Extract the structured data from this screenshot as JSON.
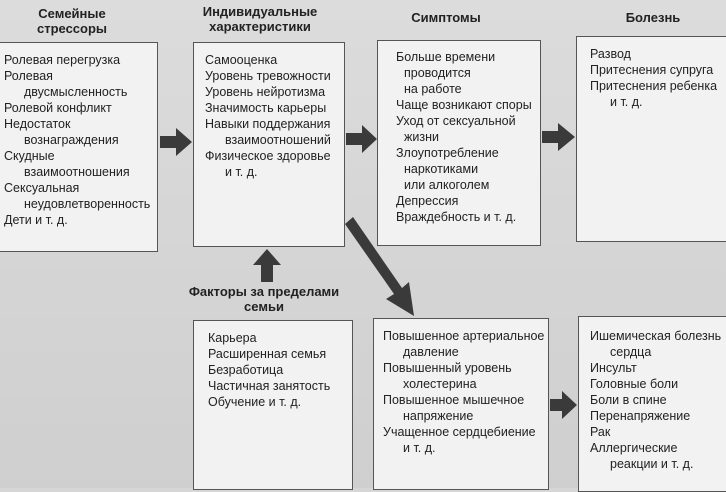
{
  "headers": {
    "family_stressors": [
      "Семейные",
      "стрессоры"
    ],
    "individual": [
      "Индивидуальные",
      "характеристики"
    ],
    "symptoms": "Симптомы",
    "illness": "Болезнь",
    "external": [
      "Факторы за пределами",
      "семьи"
    ]
  },
  "boxes": {
    "family_stressors": [
      "Ролевая перегрузка",
      "Ролевая",
      "двусмысленность",
      "Ролевой конфликт",
      "Недостаток",
      "вознаграждения",
      "Скудные",
      "взаимоотношения",
      "Сексуальная",
      "неудовлетворенность",
      "Дети и т. д."
    ],
    "individual": [
      "Самооценка",
      "Уровень тревожности",
      "Уровень нейротизма",
      "Значимость карьеры",
      "Навыки поддержания",
      "взаимоотношений",
      "Физическое здоровье",
      "и т. д."
    ],
    "symptoms_family": [
      "Больше времени",
      "проводится",
      "на работе",
      "Чаще возникают споры",
      "Уход от сексуальной",
      "жизни",
      "Злоупотребление",
      "наркотиками",
      "или алкоголем",
      "Депрессия",
      "Враждебность и т. д."
    ],
    "illness_family": [
      "Развод",
      "Притеснения супруга",
      "Притеснения ребенка",
      "и т. д."
    ],
    "external": [
      "Карьера",
      "Расширенная семья",
      "Безработица",
      "Частичная занятость",
      "Обучение и т. д."
    ],
    "symptoms_physical": [
      "Повышенное артериальное",
      "давление",
      "Повышенный уровень",
      "холестерина",
      "Повышенное мышечное",
      "напряжение",
      "Учащенное сердцебиение",
      "и т. д."
    ],
    "illness_physical": [
      "Ишемическая болезнь",
      "сердца",
      "Инсульт",
      "Головные боли",
      "Боли в спине",
      "Перенапряжение",
      "Рак",
      "Аллергические",
      "реакции и т. д."
    ]
  },
  "colors": {
    "arrow": "#3a3a3a",
    "box_border": "#555555",
    "box_fill": "#f2f2f2"
  }
}
